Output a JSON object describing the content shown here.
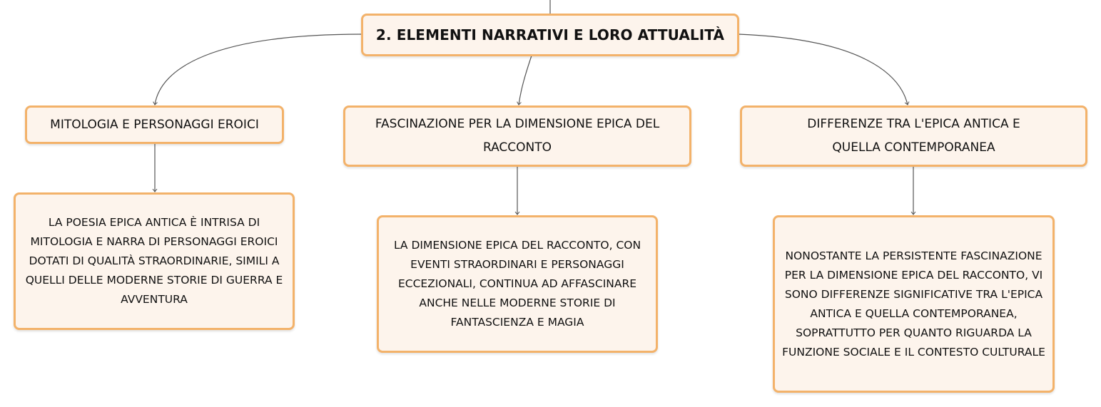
{
  "map": {
    "root": {
      "label": "2. ELEMENTI NARRATIVI E LORO ATTUALITÀ"
    },
    "branches": [
      {
        "topic": "MITOLOGIA E PERSONAGGI EROICI",
        "detail": "LA POESIA EPICA ANTICA È INTRISA DI MITOLOGIA E NARRA DI PERSONAGGI EROICI DOTATI DI QUALITÀ STRAORDINARIE, SIMILI A QUELLI DELLE MODERNE STORIE DI GUERRA E AVVENTURA"
      },
      {
        "topic": "FASCINAZIONE PER LA DIMENSIONE EPICA DEL RACCONTO",
        "detail": "LA DIMENSIONE EPICA DEL RACCONTO, CON EVENTI STRAORDINARI E PERSONAGGI ECCEZIONALI, CONTINUA AD AFFASCINARE ANCHE NELLE MODERNE STORIE DI FANTASCIENZA E MAGIA"
      },
      {
        "topic": "DIFFERENZE TRA L'EPICA ANTICA E QUELLA CONTEMPORANEA",
        "detail": "NONOSTANTE LA PERSISTENTE FASCINAZIONE PER LA DIMENSIONE EPICA DEL RACCONTO, VI SONO DIFFERENZE SIGNIFICATIVE TRA L'EPICA ANTICA E QUELLA CONTEMPORANEA, SOPRATTUTTO PER QUANTO RIGUARDA LA FUNZIONE SOCIALE E IL CONTESTO CULTURALE"
      }
    ]
  },
  "colors": {
    "node_fill": "#fdf4ec",
    "node_border": "#f3b26a",
    "connector": "#555555"
  }
}
